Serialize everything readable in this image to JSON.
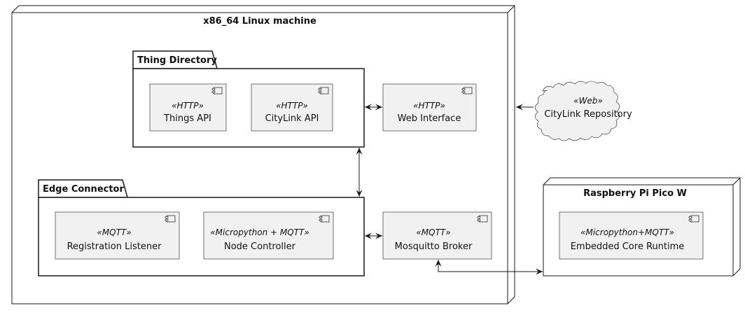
{
  "nodes": {
    "linux": {
      "title": "x86_64 Linux machine"
    },
    "pico": {
      "title": "Raspberry Pi Pico W"
    }
  },
  "packages": {
    "thing_directory": {
      "title": "Thing Directory"
    },
    "edge_connector": {
      "title": "Edge Connector"
    }
  },
  "components": {
    "things_api": {
      "stereotype": "«HTTP»",
      "name": "Things API"
    },
    "citylink_api": {
      "stereotype": "«HTTP»",
      "name": "CityLink API"
    },
    "web_interface": {
      "stereotype": "«HTTP»",
      "name": "Web Interface"
    },
    "registration_listener": {
      "stereotype": "«MQTT»",
      "name": "Registration Listener"
    },
    "node_controller": {
      "stereotype": "«Micropython + MQTT»",
      "name": "Node Controller"
    },
    "mosquitto_broker": {
      "stereotype": "«MQTT»",
      "name": "Mosquitto Broker"
    },
    "embedded_runtime": {
      "stereotype": "«Micropython+MQTT»",
      "name": "Embedded Core Runtime"
    }
  },
  "cloud": {
    "stereotype": "«Web»",
    "name": "CityLink Repository"
  },
  "colors": {
    "component_fill": "#f1f1f1",
    "stroke": "#181818"
  }
}
